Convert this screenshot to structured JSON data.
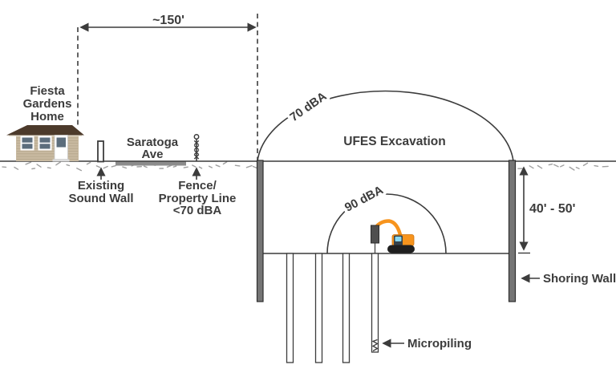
{
  "dimensions": {
    "distance": "~150'",
    "depth": "40' - 50'"
  },
  "noise": {
    "outer": "70 dBA",
    "inner": "90 dBA"
  },
  "labels": {
    "home": [
      "Fiesta",
      "Gardens",
      "Home"
    ],
    "sound_wall": [
      "Existing",
      "Sound Wall"
    ],
    "street": [
      "Saratoga",
      "Ave"
    ],
    "fence": [
      "Fence/",
      "Property Line",
      "<70 dBA"
    ],
    "excavation": "UFES Excavation",
    "shoring_wall": "Shoring Wall",
    "micropiling": "Micropiling"
  },
  "colors": {
    "line": "#3c3c3c",
    "text": "#3c3c3c",
    "shoring_wall": "#757575",
    "shoring_wall_edge": "#2e2e2e",
    "road": "#8c8c8c",
    "hatch": "#a0a0a0",
    "house_roof": "#4c3a2b",
    "house_wall": "#c8b9a0",
    "house_siding": "#b4a68b",
    "house_window": "#5c6d7c",
    "excavator": "#f7941d",
    "excavator_cab": "#35424c",
    "excavator_window": "#8ad8ef",
    "excavator_tracks": "#1f1f1f",
    "mast": "#4f4f4f"
  }
}
